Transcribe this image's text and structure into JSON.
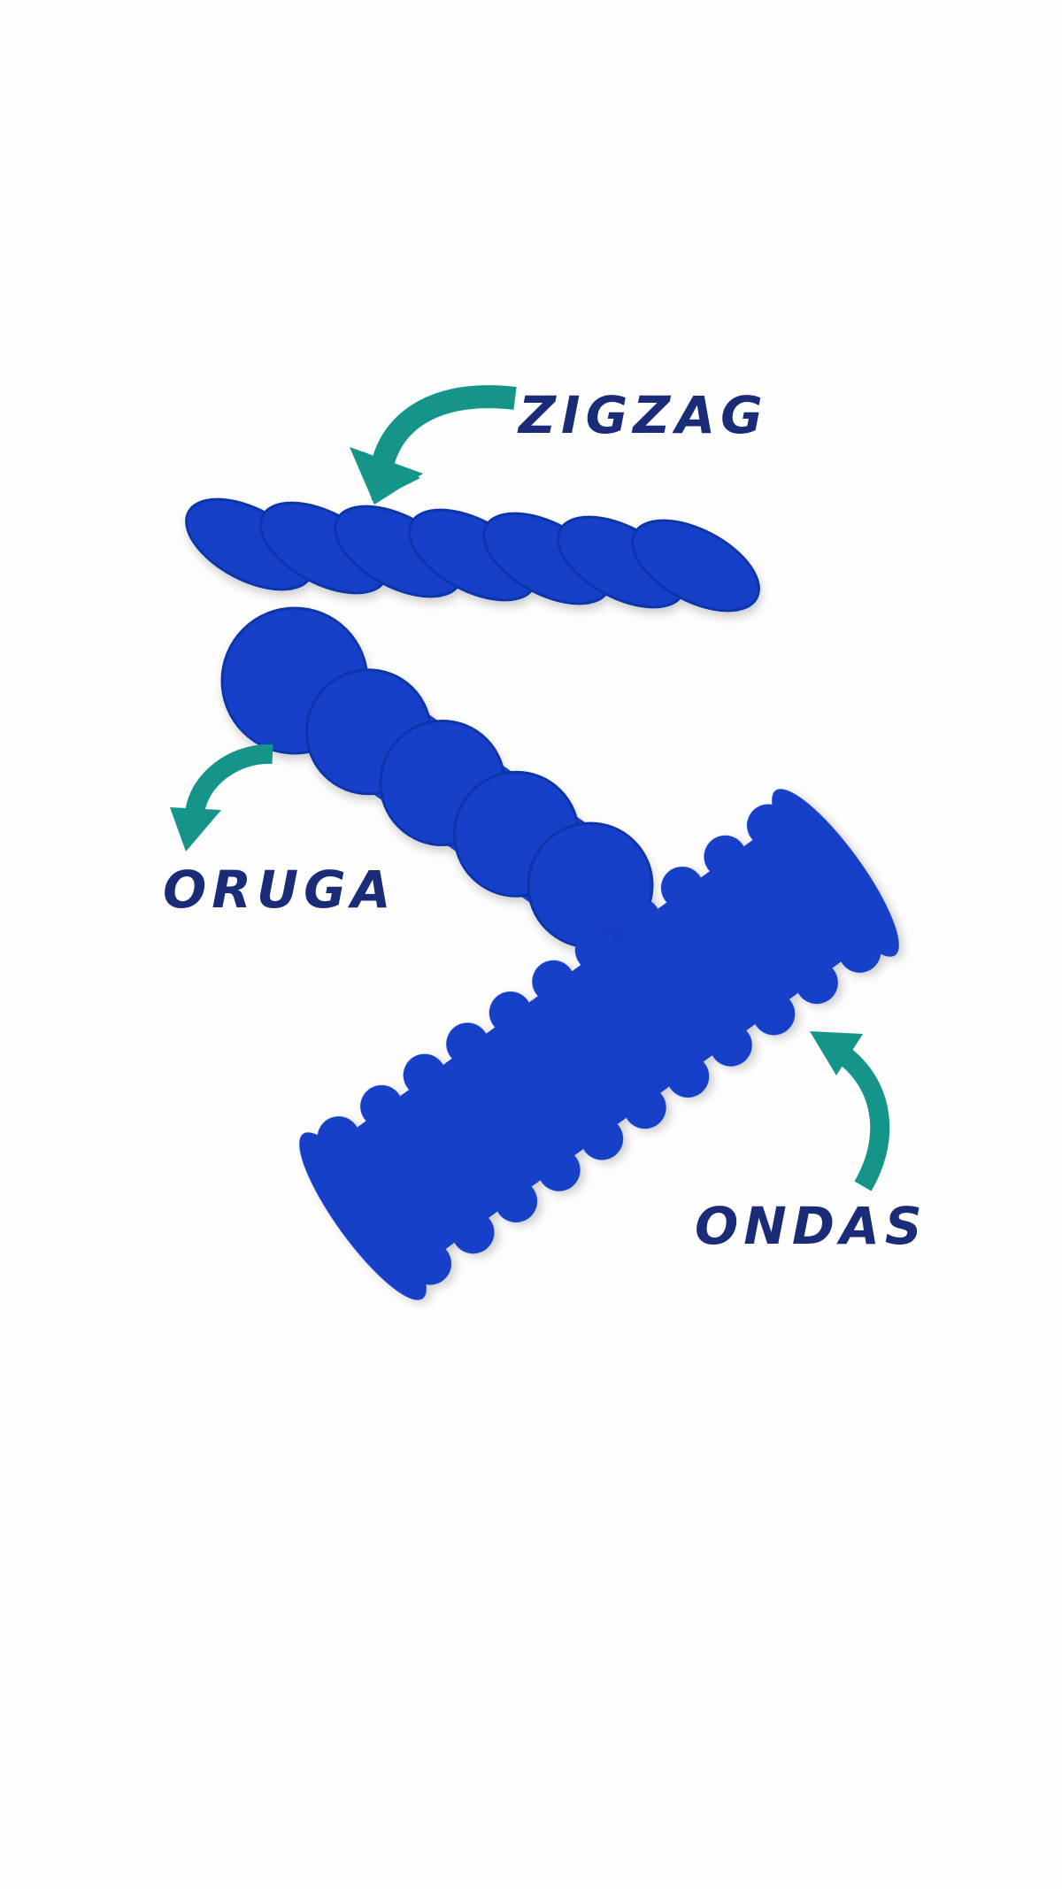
{
  "labels": {
    "zigzag": "ZIGZAG",
    "oruga": "ORUGA",
    "ondas": "ONDAS"
  },
  "colors": {
    "clip_blue": "#1540c8",
    "arrow_teal": "#15958a",
    "label_navy": "#1a2b78",
    "background": "#fdfdfd"
  }
}
